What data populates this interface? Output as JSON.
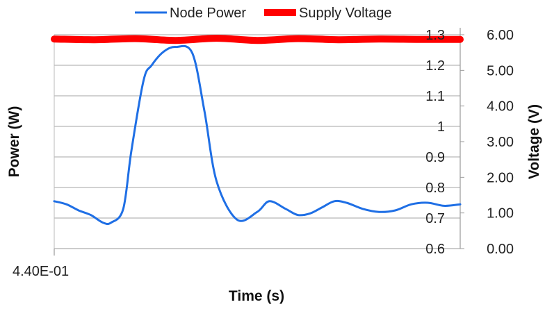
{
  "chart_data": {
    "type": "line",
    "x_start_label": "4.40E-01",
    "xlabel": "Time (s)",
    "ylabel_left": "Power (W)",
    "ylabel_right": "Voltage (V)",
    "y_left": {
      "min": 0.6,
      "max": 1.3,
      "ticks": [
        "0.6",
        "0.7",
        "0.8",
        "0.9",
        "1",
        "1.1",
        "1.2",
        "1.3"
      ]
    },
    "y_right": {
      "min": 0.0,
      "max": 6.0,
      "ticks": [
        "0.00",
        "1.00",
        "2.00",
        "3.00",
        "4.00",
        "5.00",
        "6.00"
      ]
    },
    "grid": "horizontal",
    "legend": {
      "position": "top",
      "entries": [
        "Node Power",
        "Supply Voltage"
      ]
    },
    "series": [
      {
        "name": "Node Power",
        "axis": "left",
        "color": "#1f6fe5",
        "x": [
          0,
          3,
          6,
          9,
          12,
          14,
          17,
          19,
          22,
          24,
          27,
          30,
          34,
          37,
          40,
          45,
          50,
          53,
          57,
          60,
          63,
          66,
          69,
          72,
          76,
          80,
          84,
          88,
          92,
          96,
          100
        ],
        "values": [
          0.755,
          0.745,
          0.725,
          0.71,
          0.685,
          0.685,
          0.73,
          0.92,
          1.15,
          1.2,
          1.245,
          1.26,
          1.24,
          1.05,
          0.82,
          0.695,
          0.72,
          0.755,
          0.73,
          0.71,
          0.715,
          0.735,
          0.755,
          0.75,
          0.73,
          0.72,
          0.725,
          0.745,
          0.75,
          0.74,
          0.745
        ]
      },
      {
        "name": "Supply Voltage",
        "axis": "right",
        "color": "#ff0000",
        "x": [
          0,
          10,
          20,
          30,
          40,
          50,
          60,
          70,
          80,
          90,
          100
        ],
        "values": [
          5.88,
          5.86,
          5.89,
          5.84,
          5.9,
          5.84,
          5.89,
          5.86,
          5.88,
          5.87,
          5.87
        ]
      }
    ]
  }
}
